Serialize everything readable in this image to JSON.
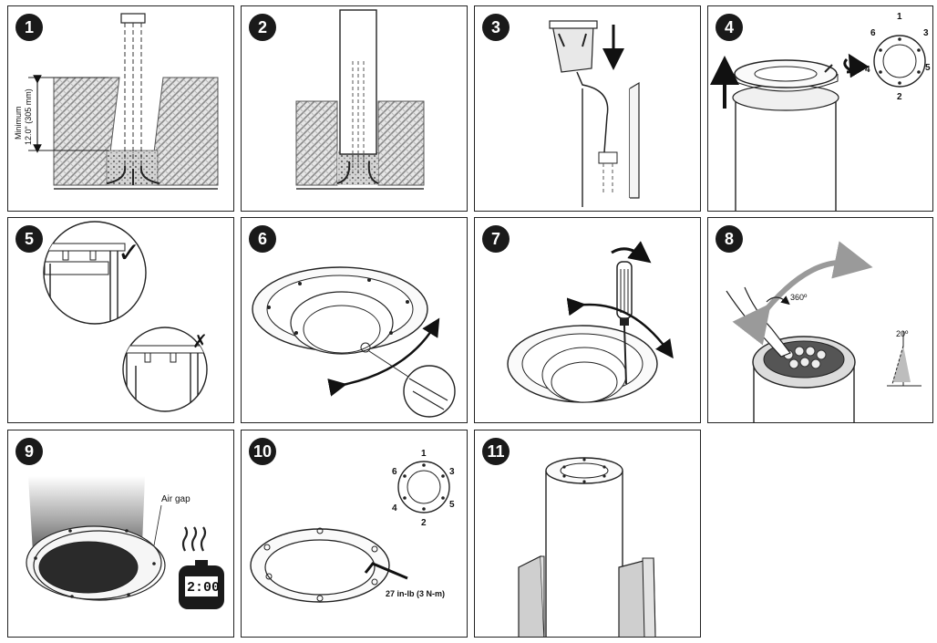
{
  "steps": [
    {
      "number": "1",
      "dimension_label_line1": "Minimum",
      "dimension_label_line2": "12.0\" (305 mm)"
    },
    {
      "number": "2"
    },
    {
      "number": "3"
    },
    {
      "number": "4",
      "bolt_numbers": [
        "1",
        "2",
        "3",
        "4",
        "5",
        "6"
      ]
    },
    {
      "number": "5",
      "correct_mark": "✓",
      "wrong_mark": "✗"
    },
    {
      "number": "6"
    },
    {
      "number": "7"
    },
    {
      "number": "8",
      "rotation_label": "360º",
      "tilt_label": "20º"
    },
    {
      "number": "9",
      "gap_label": "Air gap",
      "timer_display": "2:00"
    },
    {
      "number": "10",
      "bolt_numbers": [
        "1",
        "2",
        "3",
        "4",
        "5",
        "6"
      ],
      "torque_label": "27 in-lb (3 N-m)"
    },
    {
      "number": "11"
    }
  ],
  "colors": {
    "line": "#1a1a1a",
    "soil": "#a9a9a9",
    "light_gray": "#cfcfcf",
    "arrow_gray": "#9a9a9a"
  }
}
